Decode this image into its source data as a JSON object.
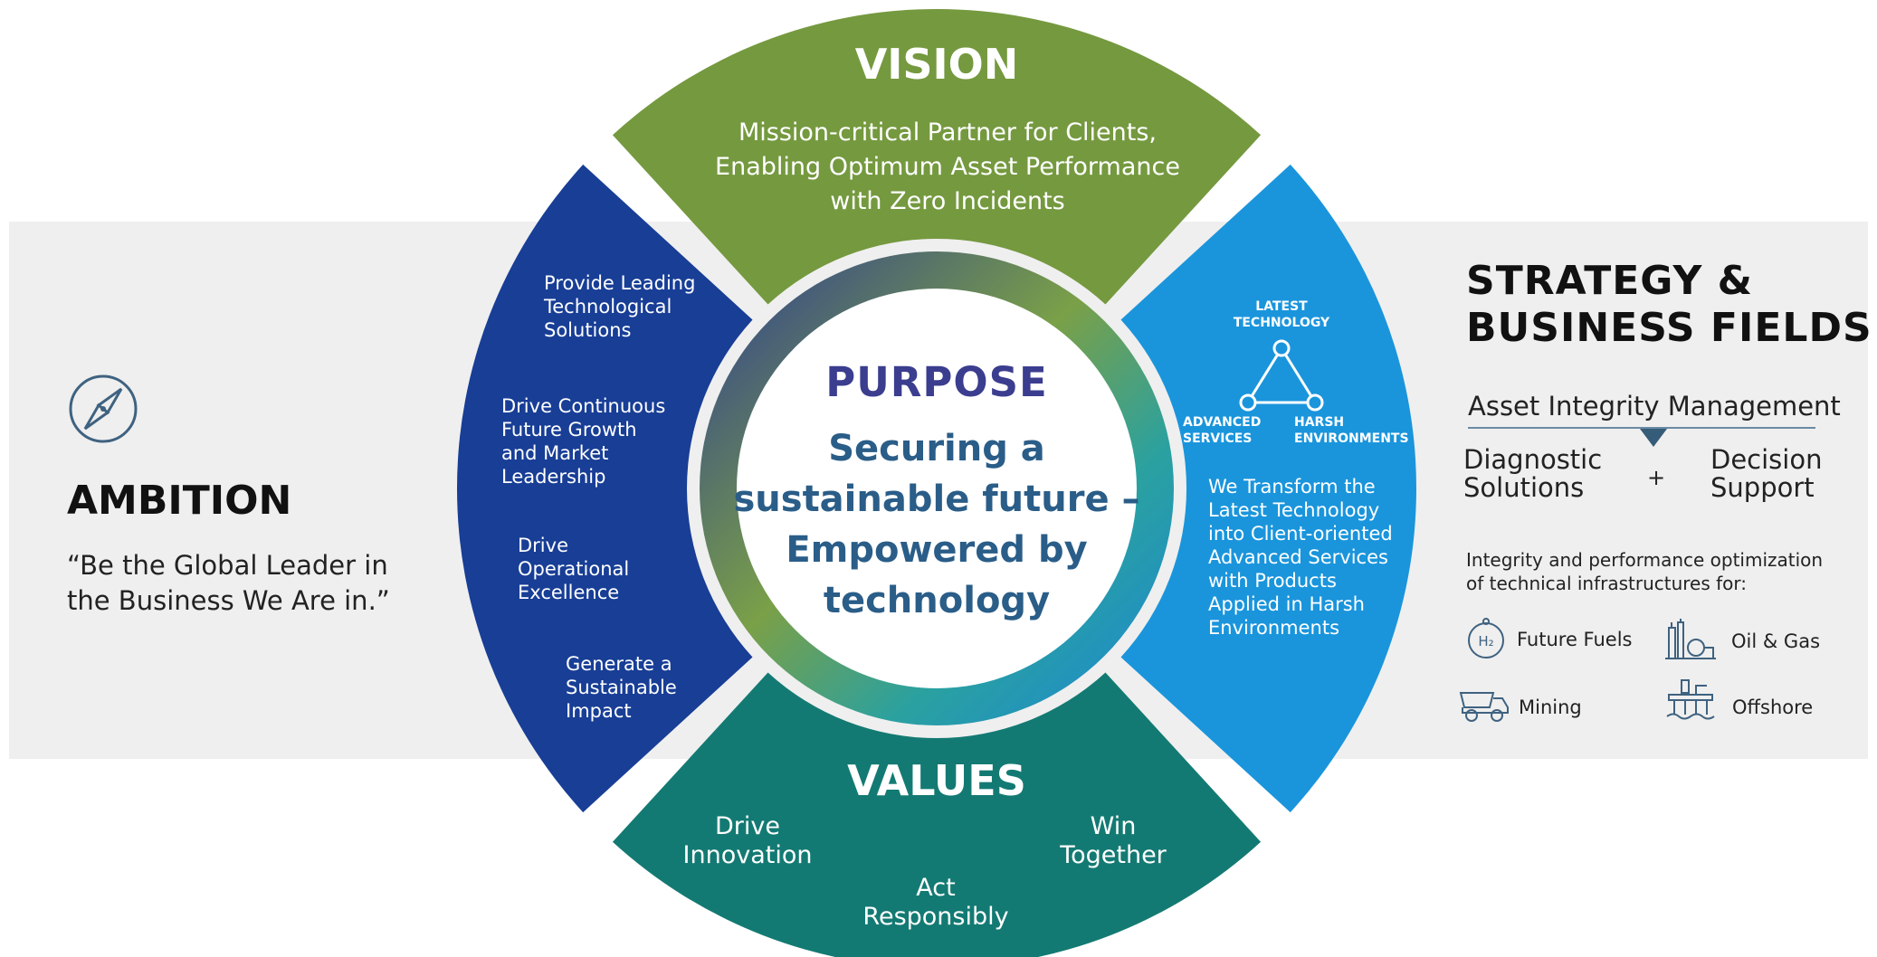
{
  "ambition": {
    "title": "AMBITION",
    "quote": "“Be the Global Leader in\n  the Business We Are in.”",
    "icon": "compass-icon"
  },
  "mission": {
    "items": [
      "Provide Leading\nTechnological\nSolutions",
      "Drive Continuous\nFuture Growth\nand Market\nLeadership",
      "Drive\nOperational\nExcellence",
      "Generate a\nSustainable\nImpact"
    ]
  },
  "vision": {
    "title": "VISION",
    "text": "Mission-critical Partner for Clients,\nEnabling Optimum Asset Performance\nwith Zero Incidents"
  },
  "purpose": {
    "title": "PURPOSE",
    "text": "Securing a\nsustainable future –\nEmpowered by\ntechnology"
  },
  "values": {
    "title": "VALUES",
    "items": [
      "Drive\nInnovation",
      "Act\nResponsibly",
      "Win\nTogether"
    ]
  },
  "strategy": {
    "triangle": {
      "top": "LATEST\nTECHNOLOGY",
      "left": "ADVANCED\nSERVICES",
      "right": "HARSH\nENVIRONMENTS"
    },
    "text": "We Transform the\nLatest Technology\ninto Client-oriented\nAdvanced Services\nwith Products\nApplied in Harsh\nEnvironments"
  },
  "business": {
    "title": "STRATEGY &\nBUSINESS FIELDS",
    "aim": "Asset Integrity Management",
    "diagnostic": "Diagnostic\nSolutions",
    "plus": "+",
    "decision": "Decision\nSupport",
    "integrity": "Integrity and performance optimization\nof technical infrastructures for:",
    "fields": [
      {
        "label": "Future Fuels",
        "icon": "hydrogen-icon"
      },
      {
        "label": "Oil & Gas",
        "icon": "refinery-icon"
      },
      {
        "label": "Mining",
        "icon": "mining-truck-icon"
      },
      {
        "label": "Offshore",
        "icon": "offshore-platform-icon"
      }
    ]
  },
  "colors": {
    "vision": "#75993f",
    "mission": "#183e96",
    "values": "#137a73",
    "strategy": "#1a95dc",
    "band": "#efefef"
  }
}
